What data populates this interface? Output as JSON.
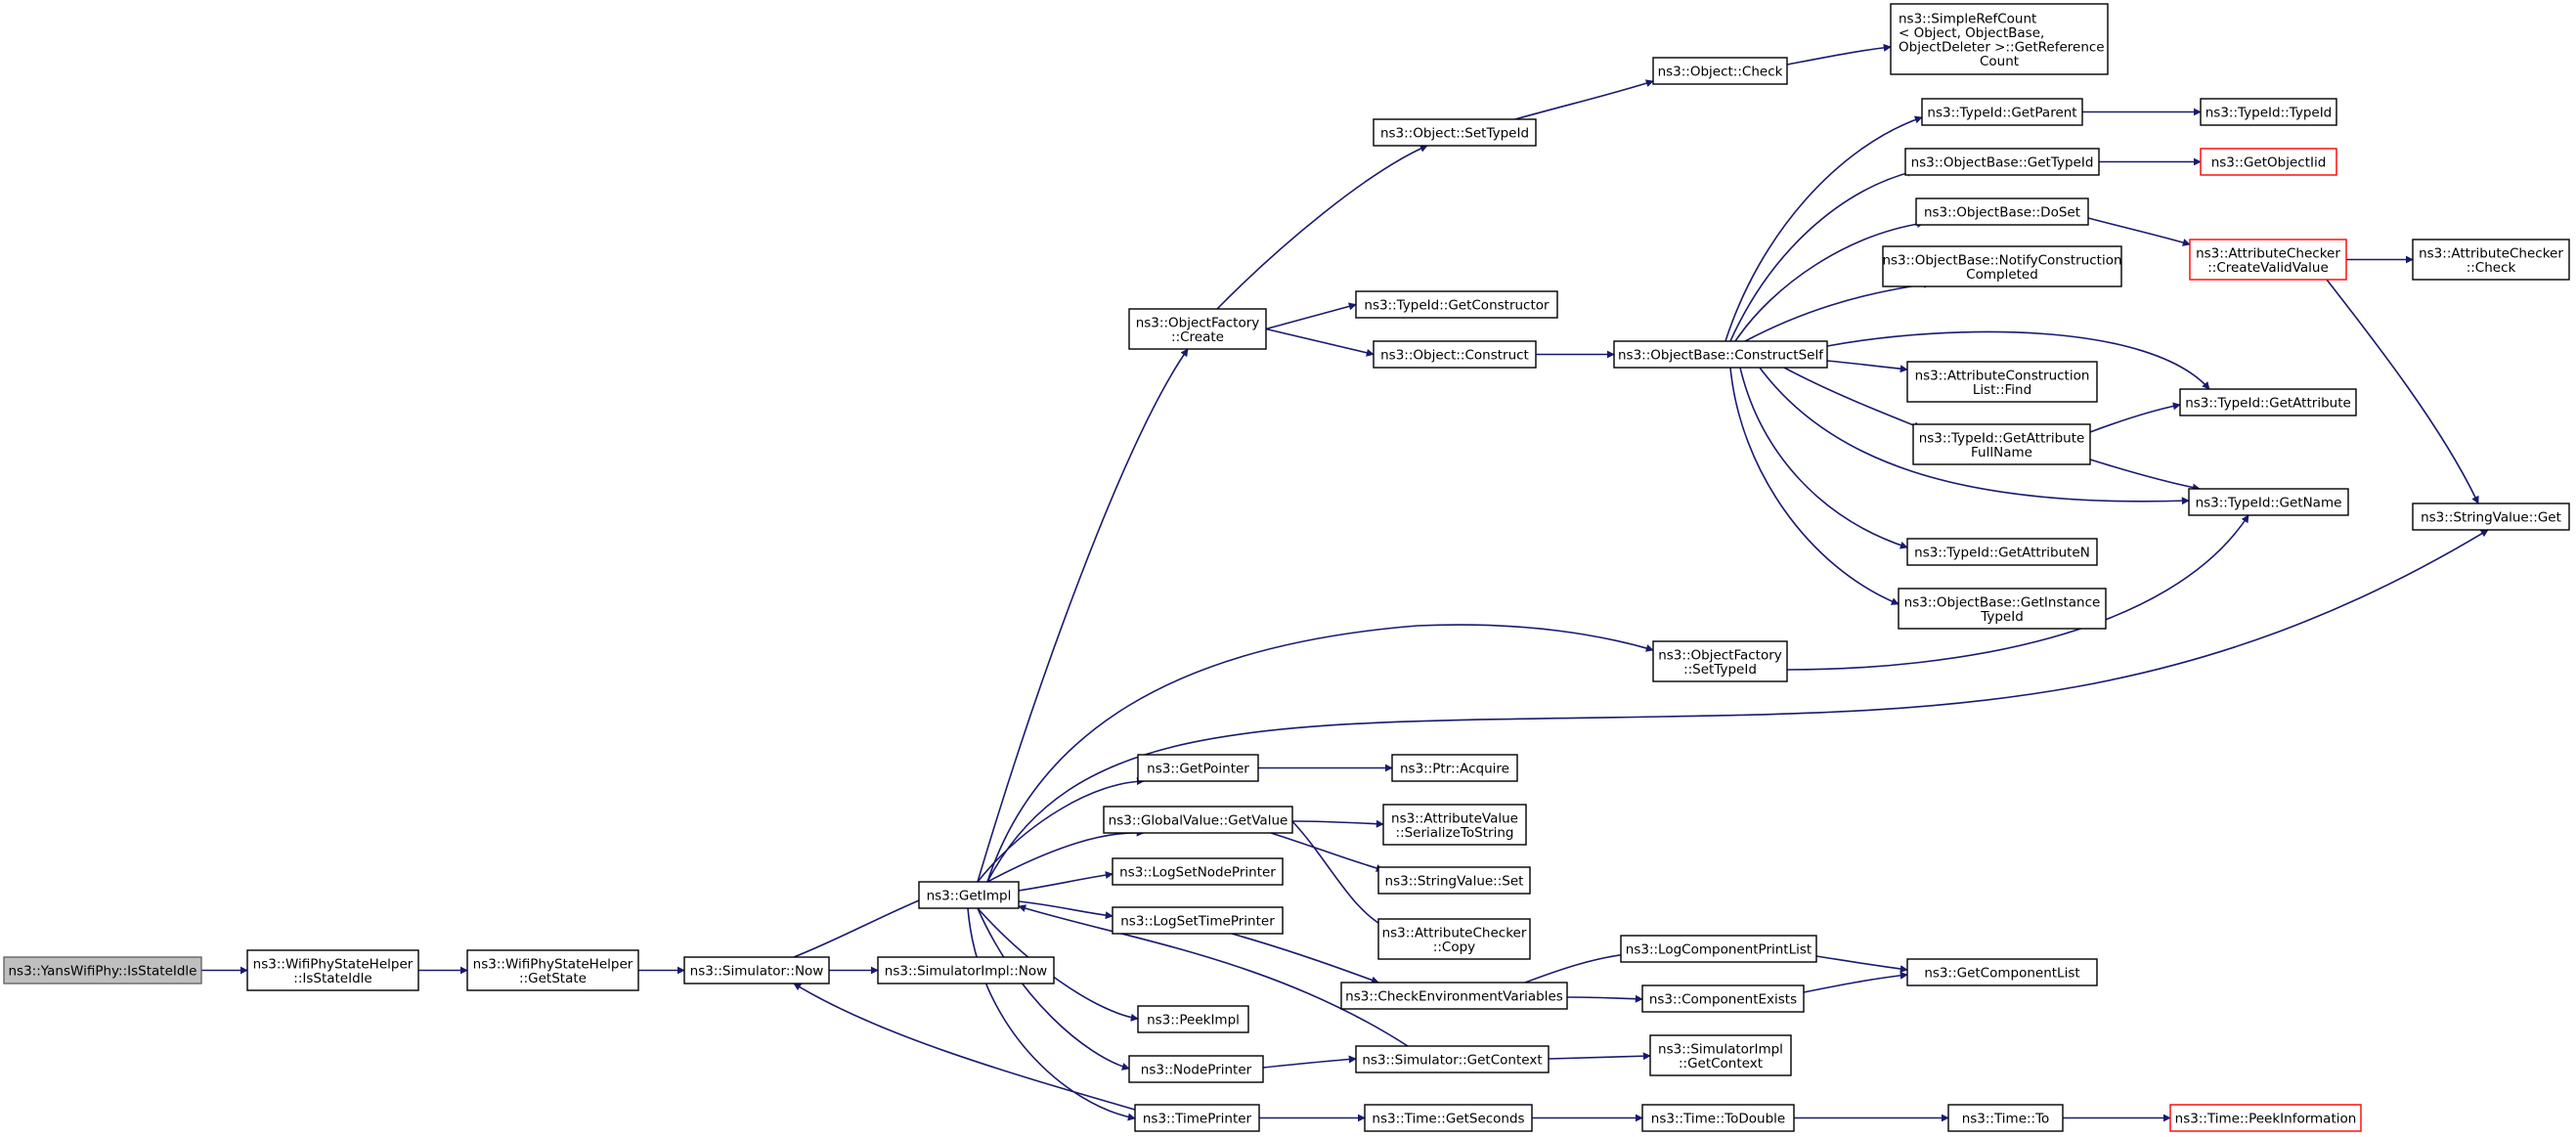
{
  "nodes": {
    "isstateidle": [
      "ns3::YansWifiPhy::IsStateIdle"
    ],
    "helper_isstateidle": [
      "ns3::WifiPhyStateHelper",
      "::IsStateIdle"
    ],
    "helper_getstate": [
      "ns3::WifiPhyStateHelper",
      "::GetState"
    ],
    "sim_now": [
      "ns3::Simulator::Now"
    ],
    "simimpl_now": [
      "ns3::SimulatorImpl::Now"
    ],
    "getimpl": [
      "ns3::GetImpl"
    ],
    "of_create": [
      "ns3::ObjectFactory",
      "::Create"
    ],
    "obj_settypeid": [
      "ns3::Object::SetTypeId"
    ],
    "obj_check": [
      "ns3::Object::Check"
    ],
    "simplerefcount": [
      "ns3::SimpleRefCount",
      "< Object, ObjectBase,",
      "ObjectDeleter >::GetReference",
      "Count"
    ],
    "typeid_getconstructor": [
      "ns3::TypeId::GetConstructor"
    ],
    "obj_construct": [
      "ns3::Object::Construct"
    ],
    "ob_constructself": [
      "ns3::ObjectBase::ConstructSelf"
    ],
    "typeid_getparent": [
      "ns3::TypeId::GetParent"
    ],
    "typeid_typeid": [
      "ns3::TypeId::TypeId"
    ],
    "ob_gettypeid": [
      "ns3::ObjectBase::GetTypeId"
    ],
    "getobjectiid": [
      "ns3::GetObjectIid"
    ],
    "ob_doset": [
      "ns3::ObjectBase::DoSet"
    ],
    "ac_createvalidvalue": [
      "ns3::AttributeChecker",
      "::CreateValidValue"
    ],
    "ac_check": [
      "ns3::AttributeChecker",
      "::Check"
    ],
    "ob_notifyconstruction": [
      "ns3::ObjectBase::NotifyConstruction",
      "Completed"
    ],
    "acl_find": [
      "ns3::AttributeConstruction",
      "List::Find"
    ],
    "typeid_getattribute": [
      "ns3::TypeId::GetAttribute"
    ],
    "typeid_getattributefullname": [
      "ns3::TypeId::GetAttribute",
      "FullName"
    ],
    "typeid_getname": [
      "ns3::TypeId::GetName"
    ],
    "stringvalue_get": [
      "ns3::StringValue::Get"
    ],
    "typeid_getattributen": [
      "ns3::TypeId::GetAttributeN"
    ],
    "ob_getinstancetypeid": [
      "ns3::ObjectBase::GetInstance",
      "TypeId"
    ],
    "of_settypeid": [
      "ns3::ObjectFactory",
      "::SetTypeId"
    ],
    "getpointer": [
      "ns3::GetPointer"
    ],
    "ptr_acquire": [
      "ns3::Ptr::Acquire"
    ],
    "gv_getvalue": [
      "ns3::GlobalValue::GetValue"
    ],
    "av_serialize": [
      "ns3::AttributeValue",
      "::SerializeToString"
    ],
    "logsetnodeprinter": [
      "ns3::LogSetNodePrinter"
    ],
    "stringvalue_set": [
      "ns3::StringValue::Set"
    ],
    "logsettimeprinter": [
      "ns3::LogSetTimePrinter"
    ],
    "ac_copy": [
      "ns3::AttributeChecker",
      "::Copy"
    ],
    "logcomponentprintlist": [
      "ns3::LogComponentPrintList"
    ],
    "checkenv": [
      "ns3::CheckEnvironmentVariables"
    ],
    "componentexists": [
      "ns3::ComponentExists"
    ],
    "getcomponentlist": [
      "ns3::GetComponentList"
    ],
    "peekimpl": [
      "ns3::PeekImpl"
    ],
    "sim_getcontext": [
      "ns3::Simulator::GetContext"
    ],
    "simimpl_getcontext": [
      "ns3::SimulatorImpl",
      "::GetContext"
    ],
    "nodeprinter": [
      "ns3::NodePrinter"
    ],
    "timeprinter": [
      "ns3::TimePrinter"
    ],
    "time_getseconds": [
      "ns3::Time::GetSeconds"
    ],
    "time_todouble": [
      "ns3::Time::ToDouble"
    ],
    "time_to": [
      "ns3::Time::To"
    ],
    "time_peekinformation": [
      "ns3::Time::PeekInformation"
    ]
  },
  "colors": {
    "edge": "#191970",
    "node_border": "#000000",
    "root_fill": "#bfbfbf",
    "missing_border": "#ff0000"
  }
}
